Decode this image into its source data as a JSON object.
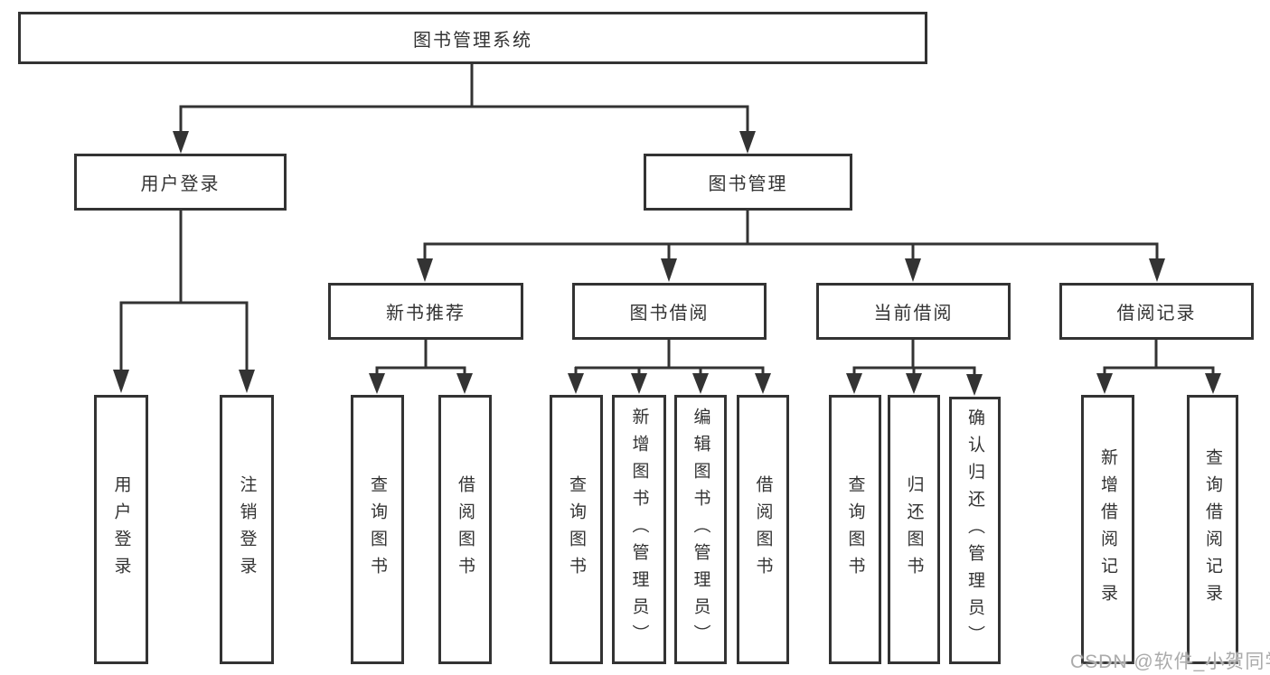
{
  "diagram_title": "图书管理系统",
  "tree": {
    "root": "图书管理系统",
    "children": [
      {
        "label": "用户登录",
        "children": [
          "用户登录",
          "注销登录"
        ]
      },
      {
        "label": "图书管理",
        "children": [
          {
            "label": "新书推荐",
            "children": [
              "查询图书",
              "借阅图书"
            ]
          },
          {
            "label": "图书借阅",
            "children": [
              "查询图书",
              "新增图书（管理员）",
              "编辑图书（管理员）",
              "借阅图书"
            ]
          },
          {
            "label": "当前借阅",
            "children": [
              "查询图书",
              "归还图书",
              "确认归还（管理员）"
            ]
          },
          {
            "label": "借阅记录",
            "children": [
              "新增借阅记录",
              "查询借阅记录"
            ]
          }
        ]
      }
    ]
  },
  "watermark": "CSDN @软件_小贺同学",
  "colors": {
    "line": "#333333",
    "box_border": "#333333",
    "text": "#333333",
    "watermark": "#ababab",
    "background": "#ffffff"
  }
}
